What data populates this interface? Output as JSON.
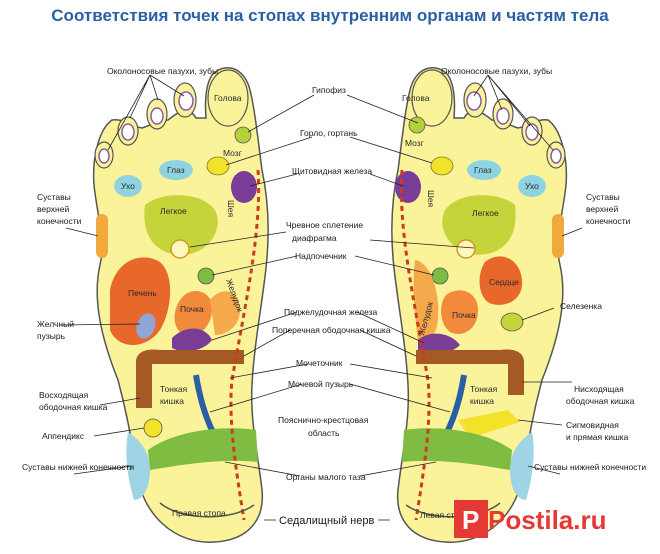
{
  "title": "Соответствия точек на стопах внутренним органам и частям тела",
  "labels": {
    "sinuses_left": "Околоносовые пазухи, зубы",
    "sinuses_right": "Околоносовые пазухи, зубы",
    "pituitary": "Гипофиз",
    "throat": "Горло, гортань",
    "thyroid": "Щитовидная железа",
    "solar": "Чревное сплетение",
    "diaphragm": "диафрагма",
    "adrenal": "Надпочечник",
    "pancreas": "Поджелудочная железа",
    "transverse_colon": "Поперечная ободочная кишка",
    "ureter": "Мочеточник",
    "bladder": "Мочевой пузырь",
    "lumbosacral_1": "Пояснично-крестцовая",
    "lumbosacral_2": "область",
    "pelvic": "Органы малого таза",
    "sciatic": "Седалищный нерв",
    "upper_limb_l1": "Суставы",
    "upper_limb_l2": "верхней",
    "upper_limb_l3": "конечности",
    "gallbladder_1": "Желчный",
    "gallbladder_2": "пузырь",
    "ascending_1": "Восходящая",
    "ascending_2": "ободочная кишка",
    "appendix": "Аппендикс",
    "lower_limb_left": "Суставы нижней конечности",
    "upper_limb_r1": "Суставы",
    "upper_limb_r2": "верхней",
    "upper_limb_r3": "конечности",
    "spleen": "Селезенка",
    "descending_1": "Нисходящая",
    "descending_2": "ободочная кишка",
    "sigmoid_1": "Сигмовидная",
    "sigmoid_2": "и прямая кишка",
    "lower_limb_right": "Суставы нижней конечности"
  },
  "zones": {
    "head": "Голова",
    "brain": "Мозг",
    "eye": "Глаз",
    "ear": "Ухо",
    "neck": "Шея",
    "lung": "Легкое",
    "liver": "Печень",
    "heart": "Сердце",
    "kidney": "Почка",
    "stomach": "Желудок",
    "small_intestine_1": "Тонкая",
    "small_intestine_2": "кишка",
    "right_foot": "Правая стопа",
    "left_foot": "Левая стопа"
  },
  "watermark": "Postila.ru",
  "colors": {
    "title": "#2b5fa5",
    "foot": "#fbf39a",
    "foot_outline": "#555555",
    "liver": "#e8682c",
    "heart": "#e8682c",
    "lung": "#c5d43a",
    "eye": "#8fd3e2",
    "brain": "#f2e22a",
    "kidney": "#f28a3c",
    "colon": "#a55a26",
    "bladder_arc": "#2b5fa5",
    "pelvic": "#7fbd42",
    "neck": "#7a3d97",
    "sciatic": "#cc3b20",
    "heel_side": "#9fd4e4",
    "watermark": "#e53935"
  }
}
